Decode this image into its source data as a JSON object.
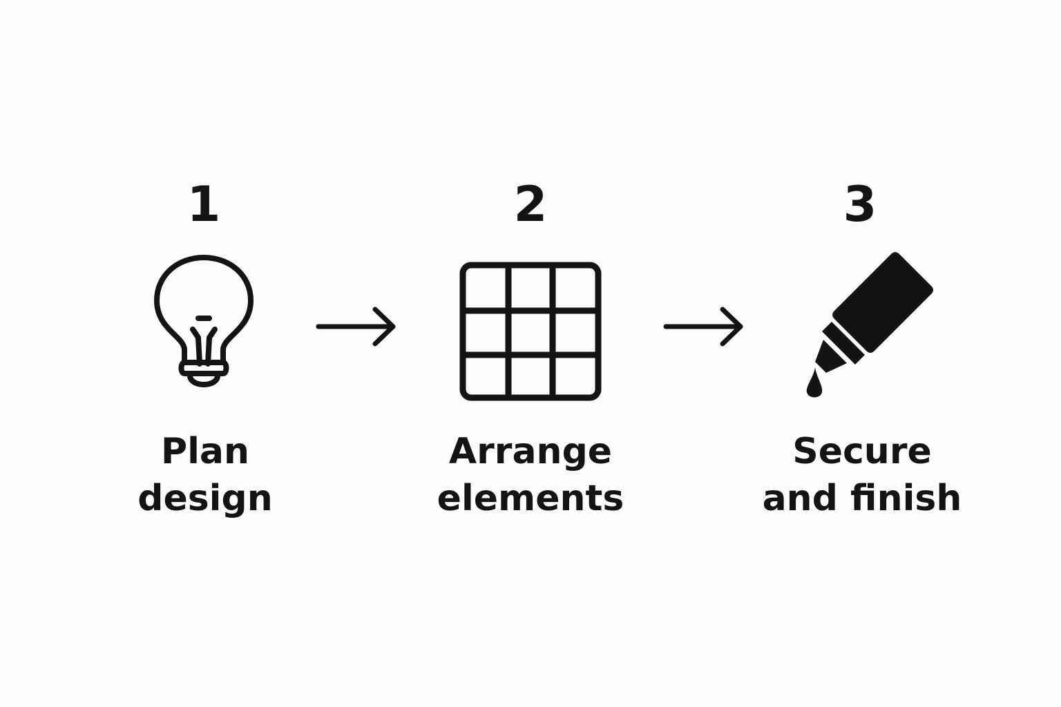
{
  "steps": [
    {
      "number": "1",
      "label_lines": [
        "Plan",
        "design"
      ],
      "icon": "lightbulb-icon"
    },
    {
      "number": "2",
      "label_lines": [
        "Arrange",
        "elements"
      ],
      "icon": "grid-icon"
    },
    {
      "number": "3",
      "label_lines": [
        "Secure",
        "and finish"
      ],
      "icon": "glue-bottle-icon"
    }
  ],
  "connectors": [
    "arrow-right-icon",
    "arrow-right-icon"
  ],
  "colors": {
    "background": "#fcfcfa",
    "ink": "#141414"
  }
}
